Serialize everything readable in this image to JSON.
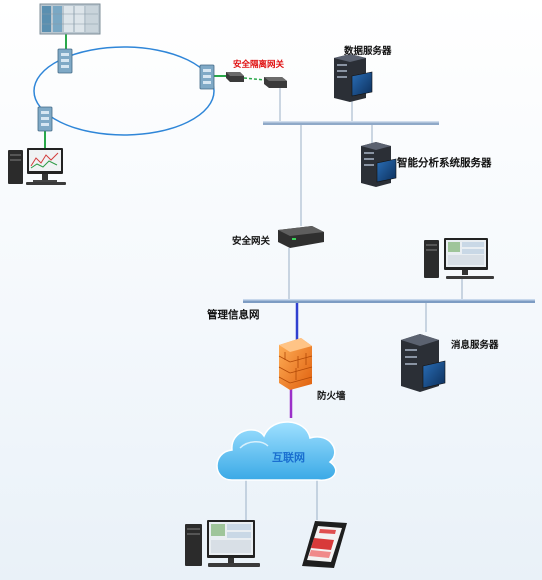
{
  "labels": {
    "isolation_gateway": "安全隔离网关",
    "data_server": "数据服务器",
    "analysis_server": "智能分析系统服务器",
    "security_gateway": "安全网关",
    "management_network": "管理信息网",
    "message_server": "消息服务器",
    "firewall": "防火墙",
    "internet": "互联网"
  },
  "colors": {
    "ring": "#2f86d8",
    "bus": "#3d6fb0",
    "green_link": "#2aa84a",
    "uplink": "#3040d0",
    "firewall_link": "#9b30c8",
    "cloud": "#5fbdf0",
    "firewall": "#f07a1c"
  }
}
